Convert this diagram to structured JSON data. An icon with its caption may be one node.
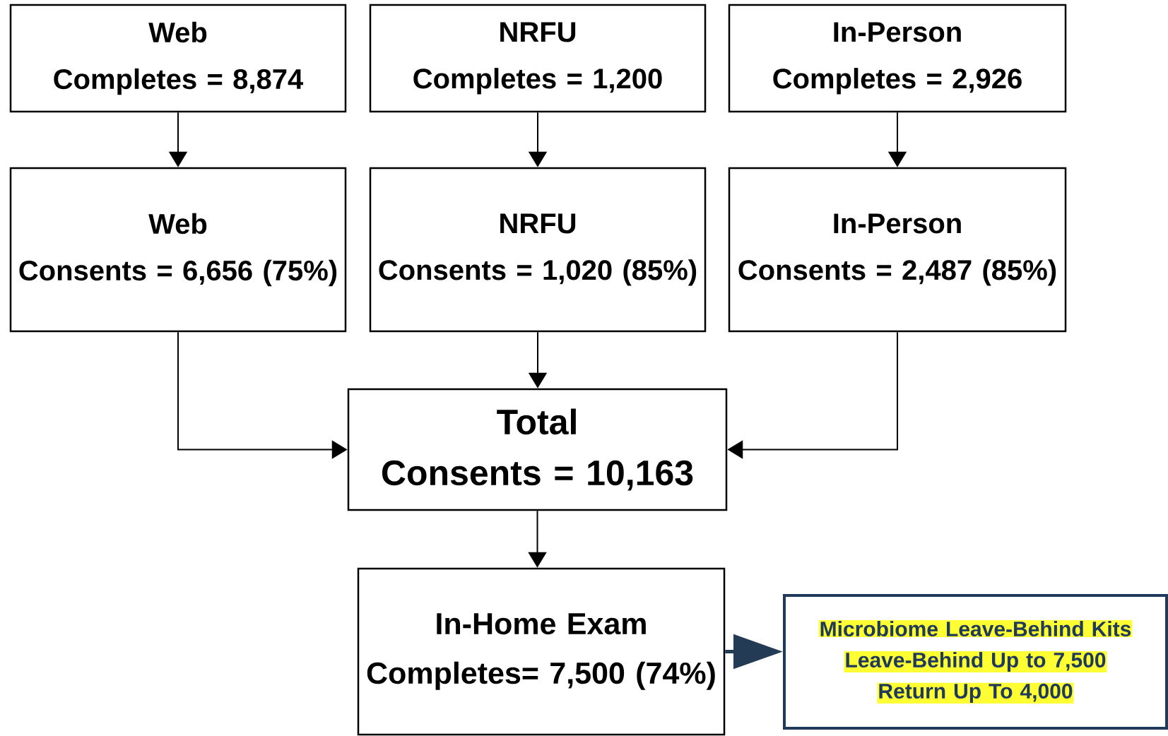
{
  "diagram": {
    "nodes": [
      {
        "text": [
          "Web",
          "Completes = 8,874"
        ]
      },
      {
        "text": [
          "NRFU",
          "Completes = 1,200"
        ]
      },
      {
        "text": [
          "In-Person",
          "Completes = 2,926"
        ]
      },
      {
        "text": [
          "Web",
          "Consents = 6,656 (75%)"
        ]
      },
      {
        "text": [
          "NRFU",
          "Consents = 1,020 (85%)"
        ]
      },
      {
        "text": [
          "In-Person",
          "Consents = 2,487 (85%)"
        ]
      },
      {
        "text": [
          "Total",
          "Consents = 10,163"
        ]
      },
      {
        "text": [
          "In-Home Exam",
          "Completes= 7,500 (74%)"
        ]
      },
      {
        "text": [
          "Microbiome Leave-Behind Kits",
          "Leave-Behind Up to 7,500",
          "Return Up To 4,000"
        ]
      }
    ],
    "edges": [
      {
        "from": 0,
        "to": 3,
        "arrow": "to"
      },
      {
        "from": 1,
        "to": 4,
        "arrow": "to"
      },
      {
        "from": 2,
        "to": 5,
        "arrow": "to"
      },
      {
        "from": 3,
        "to": 6,
        "arrow": "to"
      },
      {
        "from": 4,
        "to": 6,
        "arrow": "to"
      },
      {
        "from": 5,
        "to": 6,
        "arrow": "to"
      },
      {
        "from": 6,
        "to": 7,
        "arrow": "to"
      },
      {
        "from": 7,
        "to": 8,
        "arrow": "to",
        "style": "thick",
        "color": "#243b55"
      }
    ]
  }
}
